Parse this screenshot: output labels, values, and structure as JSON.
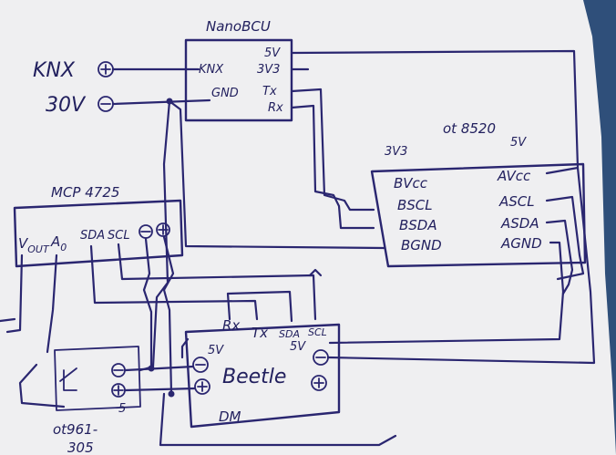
{
  "colors": {
    "ink": "#2a2670",
    "paper": "#efeff1",
    "background": "#2f4f7a"
  },
  "supply": {
    "knx_label": "KNX",
    "v30_label": "30V"
  },
  "nanobcu": {
    "title": "NanoBCU",
    "pins_left": {
      "knx": "KNX",
      "gnd": "GND"
    },
    "pins_right": {
      "v5": "5V",
      "v3": "3V3",
      "tx": "Tx",
      "rx": "Rx"
    }
  },
  "ot8520": {
    "title": "ot 8520",
    "label_3v3": "3V3",
    "label_5v": "5V",
    "pins_left": [
      "BVcc",
      "BSCL",
      "BSDA",
      "BGND"
    ],
    "pins_right": [
      "AVcc",
      "ASCL",
      "ASDA",
      "AGND"
    ]
  },
  "mcp": {
    "title": "MCP 4725",
    "vout_main": "V",
    "vout_sub": "OUT",
    "a0_main": "A",
    "a0_sub": "0",
    "sda": "SDA",
    "scl": "SCL"
  },
  "beetle": {
    "name": "Beetle",
    "model": "DM",
    "pins_top": {
      "v5": "5V",
      "rx": "Rx",
      "tx": "Tx",
      "sda": "SDA",
      "scl": "SCL"
    },
    "right_5v": "5V"
  },
  "relay": {
    "label_5": "5",
    "part_line1": "ot961-",
    "part_line2": "305"
  }
}
